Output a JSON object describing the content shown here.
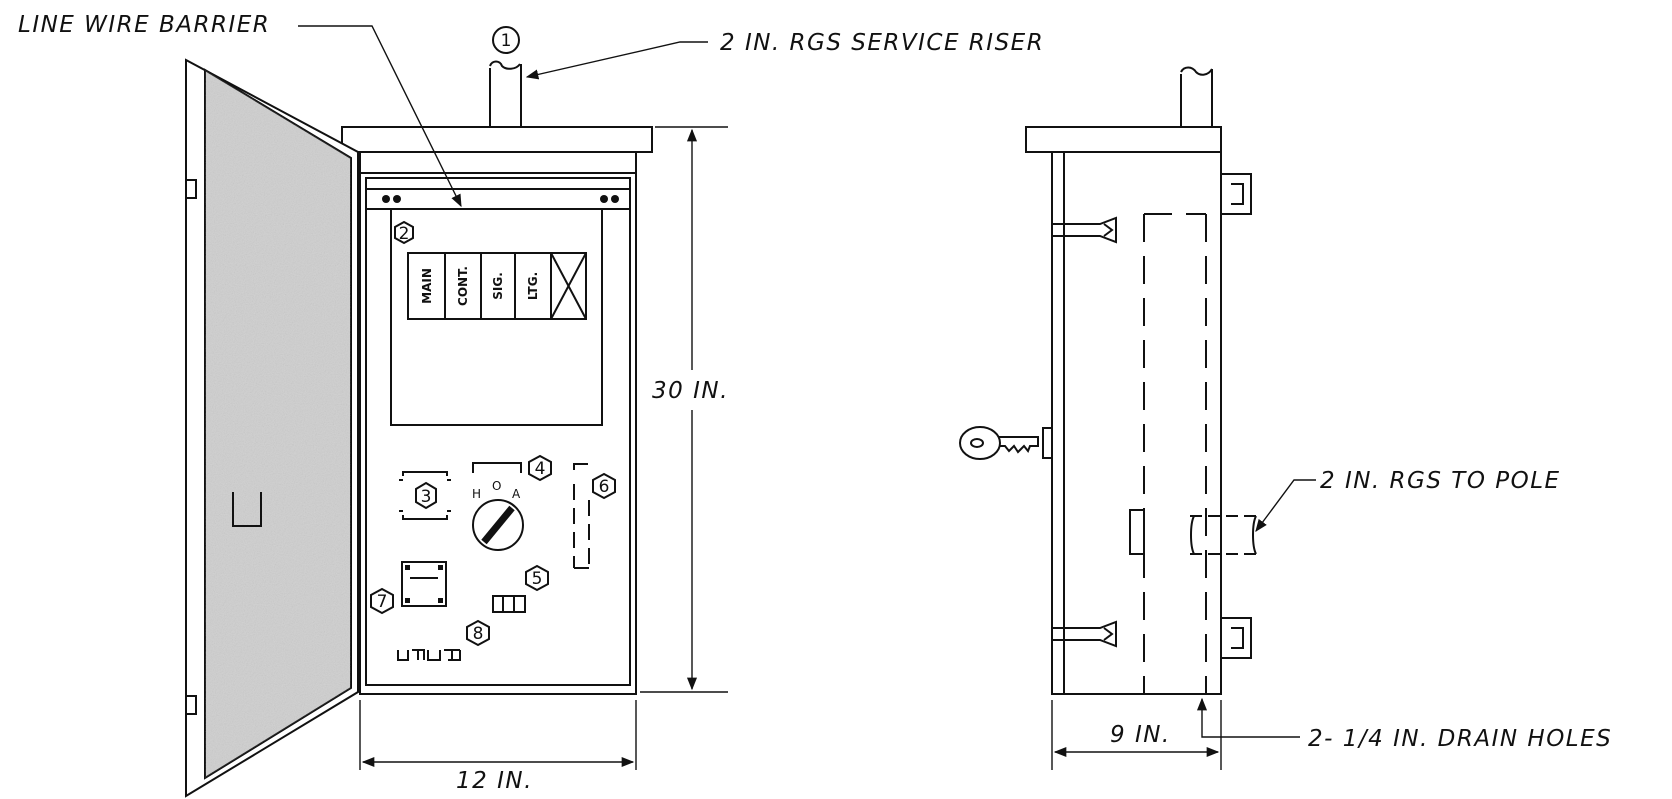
{
  "labels": {
    "line_wire_barrier": "LINE WIRE BARRIER",
    "service_riser": "2 IN. RGS SERVICE RISER",
    "height_dim": "30 IN.",
    "width_dim": "12 IN.",
    "depth_dim": "9 IN.",
    "rgs_to_pole": "2 IN. RGS TO POLE",
    "drain_holes": "2- 1/4 IN. DRAIN HOLES"
  },
  "breakers": [
    "MAIN",
    "CONT.",
    "SIG.",
    "LTG."
  ],
  "switch_positions": {
    "hand": "H",
    "off": "O",
    "auto": "A"
  },
  "callouts": {
    "c1": "1",
    "c2": "2",
    "c3": "3",
    "c4": "4",
    "c5": "5",
    "c6": "6",
    "c7": "7",
    "c8": "8"
  },
  "colors": {
    "door_fill": "#cfcfcf",
    "line": "#111111"
  }
}
